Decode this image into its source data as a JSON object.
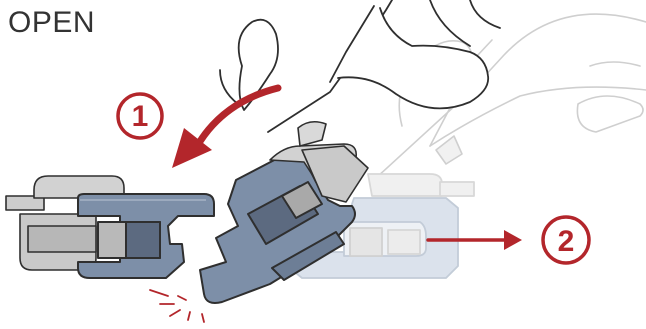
{
  "title": "OPEN",
  "steps": [
    {
      "number": "1"
    },
    {
      "number": "2"
    }
  ],
  "colors": {
    "accent": "#b3262b",
    "buckle_blue": "#7d8fa8",
    "buckle_blue_dark": "#55647a",
    "buckle_blue_faded": "#dbe2ec",
    "strap_gray": "#c9c9c9",
    "strap_gray_dark": "#8a8a8a",
    "outline": "#2f2f2f",
    "faded_outline": "#c8c8c8",
    "title_text": "#333333"
  },
  "icons": {
    "step1": "curved-arrow-icon",
    "step2": "right-arrow-icon",
    "hand": "hand-icon",
    "click": "snap-release-lines-icon"
  }
}
